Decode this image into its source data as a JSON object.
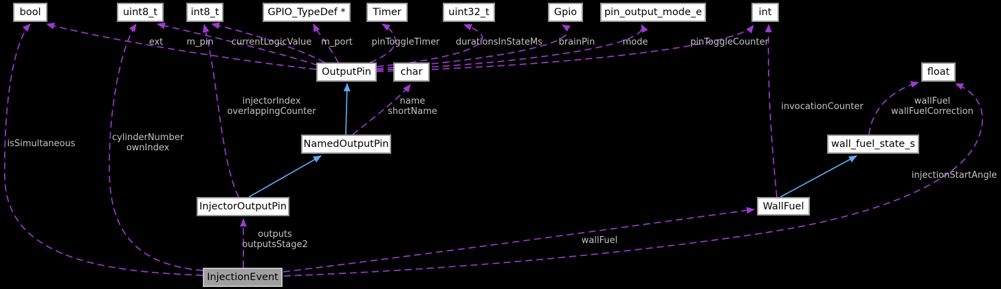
{
  "diagram": {
    "type": "doxygen-collaboration-graph",
    "current_node": "InjectionEvent",
    "nodes": {
      "bool": "bool",
      "uint8_t": "uint8_t",
      "int8_t": "int8_t",
      "gpio_typedef": "GPIO_TypeDef *",
      "timer": "Timer",
      "uint32_t": "uint32_t",
      "gpio": "Gpio",
      "pin_output_mode_e": "pin_output_mode_e",
      "int": "int",
      "outputpin": "OutputPin",
      "char": "char",
      "float": "float",
      "namedoutputpin": "NamedOutputPin",
      "wall_fuel_state_s": "wall_fuel_state_s",
      "injectoroutputpin": "InjectorOutputPin",
      "wallfuel": "WallFuel",
      "injectionevent": "InjectionEvent"
    },
    "edge_labels": {
      "ext": "ext",
      "m_pin": "m_pin",
      "currentlogicvalue": "currentLogicValue",
      "m_port": "m_port",
      "pintoggletimer": "pinToggleTimer",
      "durationsinstatems": "durationsInStateMs",
      "brainpin": "brainPin",
      "mode": "mode",
      "pintogglecounter": "pinToggleCounter",
      "injectorindex": "injectorIndex\noverlappingCounter",
      "name_shortname": "name\nshortName",
      "issimultaneous": "isSimultaneous",
      "cylindernumber": "cylinderNumber\nownIndex",
      "invocationcounter": "invocationCounter",
      "wallfuel_correction": "wallFuel\nwallFuelCorrection",
      "injectionstartangle": "injectionStartAngle",
      "outputs": "outputs\noutputsStage2",
      "wallfuel": "wallFuel"
    },
    "edges": [
      {
        "from": "OutputPin",
        "to": "bool",
        "label": "ext",
        "style": "dashed"
      },
      {
        "from": "OutputPin",
        "to": "uint8_t",
        "label": "m_pin",
        "style": "dashed"
      },
      {
        "from": "OutputPin",
        "to": "int8_t",
        "label": "currentLogicValue",
        "style": "dashed"
      },
      {
        "from": "OutputPin",
        "to": "GPIO_TypeDef *",
        "label": "m_port",
        "style": "dashed"
      },
      {
        "from": "OutputPin",
        "to": "Timer",
        "label": "pinToggleTimer",
        "style": "dashed"
      },
      {
        "from": "OutputPin",
        "to": "uint32_t",
        "label": "durationsInStateMs",
        "style": "dashed"
      },
      {
        "from": "OutputPin",
        "to": "Gpio",
        "label": "brainPin",
        "style": "dashed"
      },
      {
        "from": "OutputPin",
        "to": "pin_output_mode_e",
        "label": "mode",
        "style": "dashed"
      },
      {
        "from": "OutputPin",
        "to": "int",
        "label": "pinToggleCounter",
        "style": "dashed"
      },
      {
        "from": "NamedOutputPin",
        "to": "OutputPin",
        "label": "",
        "style": "inheritance"
      },
      {
        "from": "NamedOutputPin",
        "to": "char",
        "label": "name shortName",
        "style": "dashed"
      },
      {
        "from": "InjectorOutputPin",
        "to": "NamedOutputPin",
        "label": "",
        "style": "inheritance"
      },
      {
        "from": "InjectorOutputPin",
        "to": "int8_t",
        "label": "injectorIndex overlappingCounter",
        "style": "dashed"
      },
      {
        "from": "WallFuel",
        "to": "wall_fuel_state_s",
        "label": "",
        "style": "inheritance"
      },
      {
        "from": "WallFuel",
        "to": "int",
        "label": "invocationCounter",
        "style": "dashed"
      },
      {
        "from": "wall_fuel_state_s",
        "to": "float",
        "label": "wallFuel wallFuelCorrection",
        "style": "dashed"
      },
      {
        "from": "InjectionEvent",
        "to": "InjectorOutputPin",
        "label": "outputs outputsStage2",
        "style": "dashed"
      },
      {
        "from": "InjectionEvent",
        "to": "WallFuel",
        "label": "wallFuel",
        "style": "dashed"
      },
      {
        "from": "InjectionEvent",
        "to": "float",
        "label": "injectionStartAngle",
        "style": "dashed"
      },
      {
        "from": "InjectionEvent",
        "to": "bool",
        "label": "isSimultaneous",
        "style": "dashed"
      },
      {
        "from": "InjectionEvent",
        "to": "uint8_t",
        "label": "cylinderNumber ownIndex",
        "style": "dashed"
      }
    ]
  },
  "colors": {
    "background": "#000000",
    "node_fill": "#ffffff",
    "node_border": "#9a9a9a",
    "selected_node_fill": "#a0a0a0",
    "selected_node_border": "#c2c2c2",
    "dashed_edge": "#9d3ad2",
    "inheritance_edge": "#5da9f2",
    "edge_label_text": "#c4c4c4"
  }
}
